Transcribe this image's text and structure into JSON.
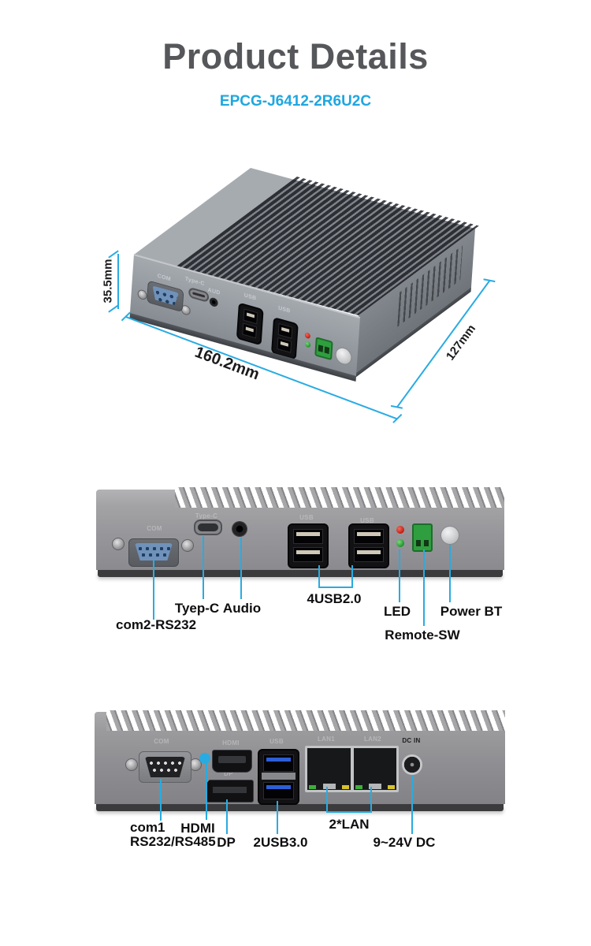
{
  "header": {
    "title": "Product Details",
    "model": "EPCG-J6412-2R6U2C"
  },
  "colors": {
    "accent_blue": "#29abe2",
    "title_gray": "#56575a",
    "model_blue": "#1ea7e0"
  },
  "perspective": {
    "height_label": "35.5mm",
    "width_label": "160.2mm",
    "depth_label": "127mm",
    "engraved": {
      "com": "COM",
      "typec": "Type-C",
      "aud": "AUD",
      "usb": "USB"
    }
  },
  "front_panel": {
    "engraved": {
      "com": "COM",
      "typec": "Type-C",
      "usb1": "USB",
      "usb2": "USB"
    },
    "callouts": {
      "com2": "com2-RS232",
      "typec": "Tyep-C",
      "audio": "Audio",
      "usb": "4USB2.0",
      "led": "LED",
      "remote": "Remote-SW",
      "power": "Power BT"
    }
  },
  "rear_panel": {
    "engraved": {
      "com": "COM",
      "hdmi": "HDMI",
      "dp": "DP",
      "usb": "USB",
      "lan1": "LAN1",
      "lan2": "LAN2",
      "dcin": "DC IN"
    },
    "callouts": {
      "com1_line1": "com1",
      "com1_line2": "RS232/RS485",
      "hdmi": "HDMI",
      "dp": "DP",
      "usb3": "2USB3.0",
      "lan": "2*LAN",
      "power": "9~24V DC"
    }
  }
}
